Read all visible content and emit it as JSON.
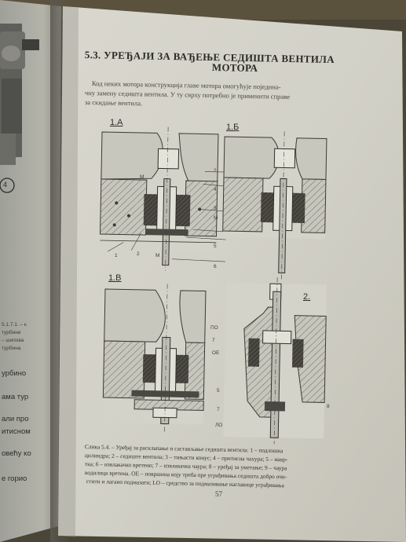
{
  "page": {
    "section_heading_line1": "5.3. УРЕЂАЈИ ЗА ВАЂЕЊЕ СЕДИШТА ВЕНТИЛА",
    "section_heading_line2": "МОТОРА",
    "intro_lines": [
      "Код неких мотора конструкција главе мотора омогућује поједина-",
      "чну замену седишта вентила. У ту сврху потребно је применити справе",
      "за скидање вентила."
    ],
    "figure_labels": [
      "1.А",
      "1.Б",
      "1.В",
      "2."
    ],
    "callouts": [
      "М",
      "2",
      "4",
      "3",
      "М",
      "1",
      "2",
      "М",
      "5",
      "6",
      "ПО",
      "7",
      "ОЕ",
      "5",
      "7",
      "ЛО",
      "8"
    ],
    "caption_lines": [
      "Слика 5.4. – Уређај за расклапање и састављање седишта вентила: 1 – подлошка",
      "цилиндра; 2 – седиште вентила; 3 – тињасти конус; 4 – притисна чахура; 5 – навр-",
      "тка; 6 – извлакачко вретено; 7 – извлакачка чаура; 8 – уређај за уметање; 9 – чаура",
      "водилица вретена. ОЕ – површина коју треба пре уграђивања седишта добро очи-",
      "стити и лагано подмазати; LO – средство за подмазивање наглавице уграђивања"
    ],
    "page_number": "57",
    "left_page_fragments": [
      "5.1.7.1. – к",
      "турбини",
      "– шипова",
      "турбина",
      "урбино",
      "ама тур",
      "али про",
      "итисном",
      "овећу ко",
      "е горио"
    ],
    "left_page_circle": "4"
  }
}
